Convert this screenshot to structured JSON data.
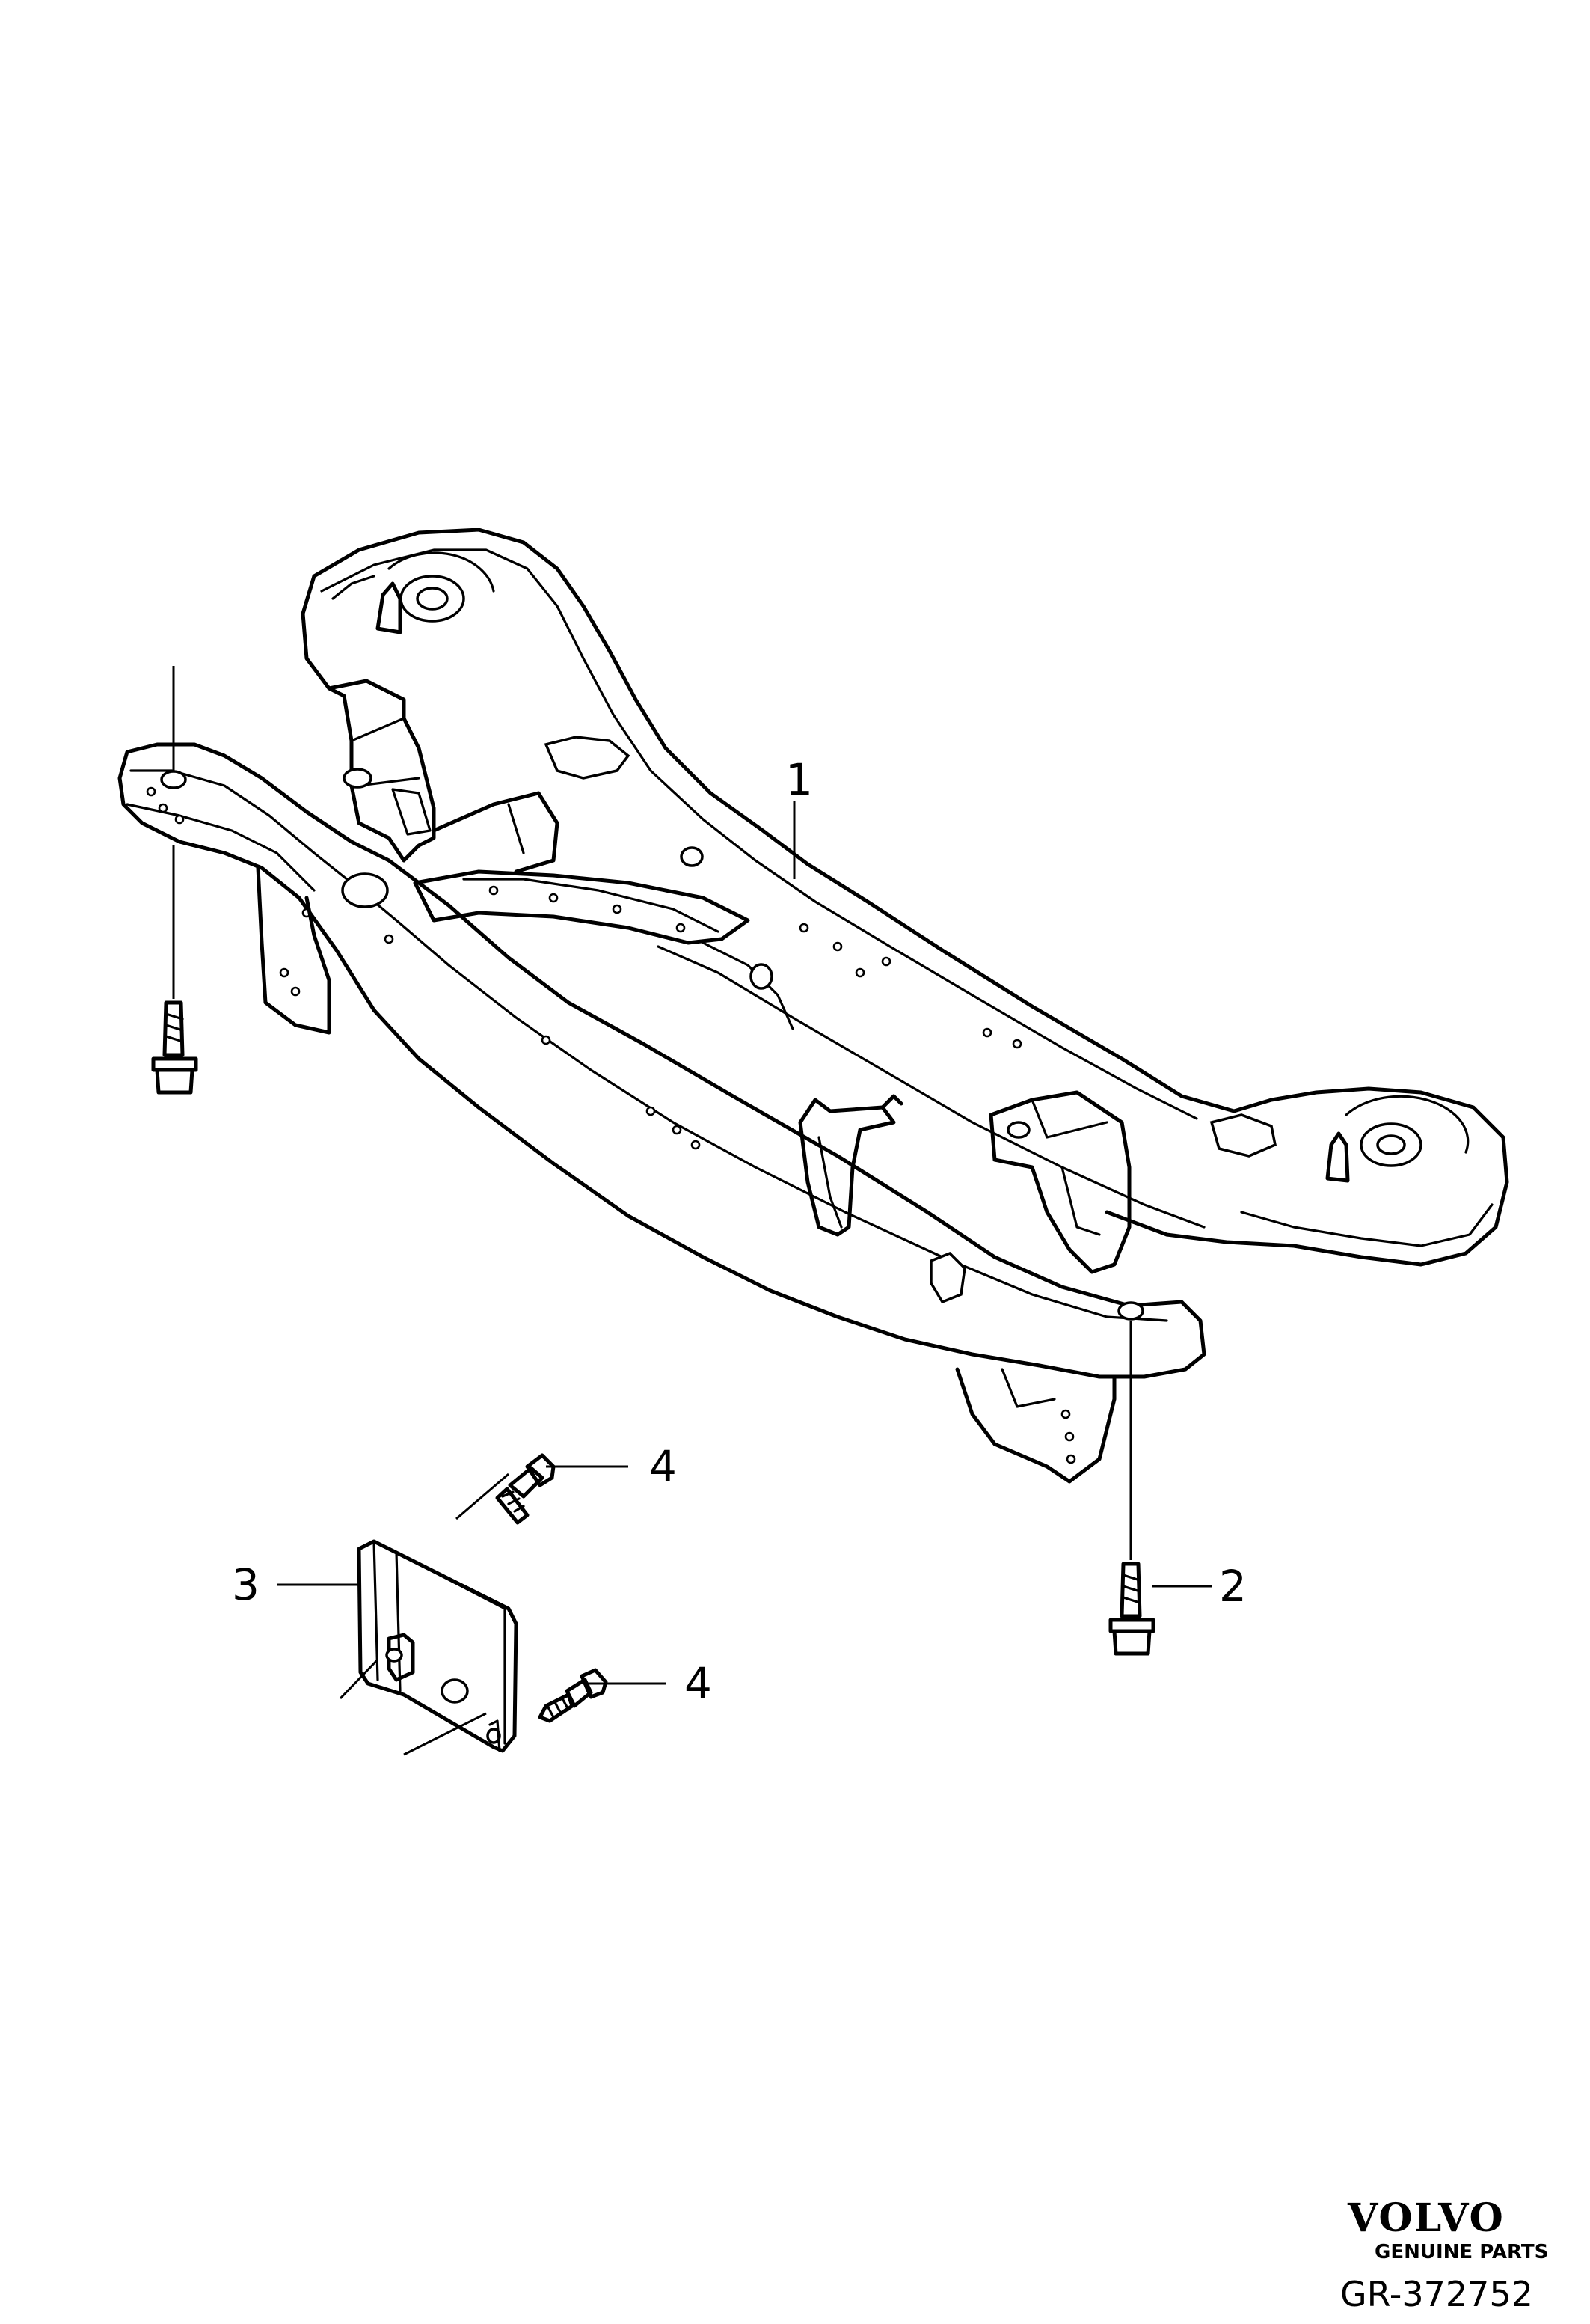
{
  "callouts": {
    "subframe": "1",
    "bolt_subframe": "2",
    "bracket": "3",
    "bolt_bracket_upper": "4",
    "bolt_bracket_lower": "4"
  },
  "branding": {
    "logo": "VOLVO",
    "tagline": "GENUINE PARTS",
    "reference": "GR-372752"
  }
}
